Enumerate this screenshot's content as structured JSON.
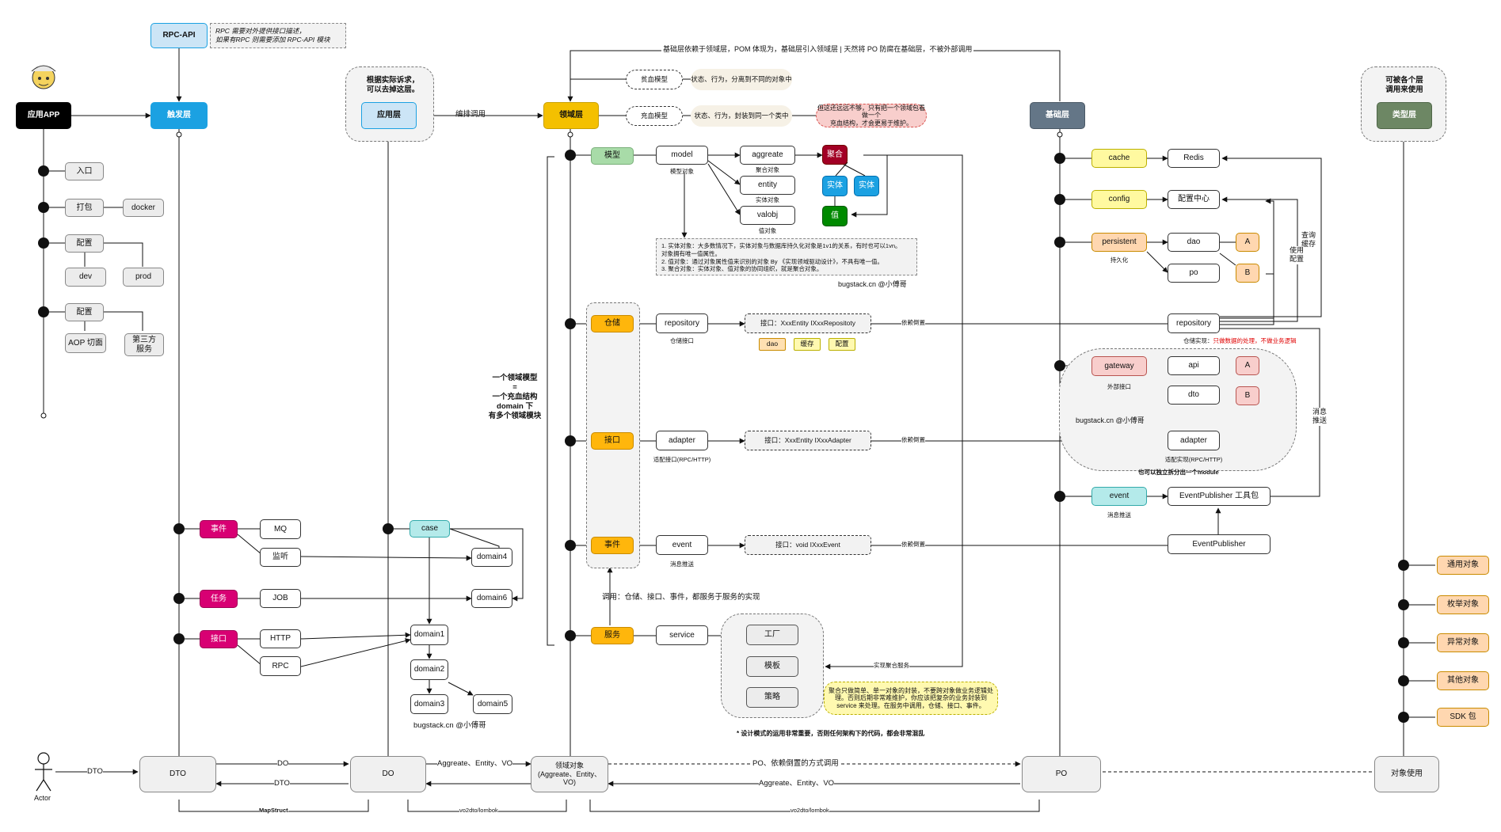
{
  "layers": {
    "app": "应用APP",
    "trigger": "触发层",
    "rpc_api": "RPC-API",
    "rpc_note": "RPC 需要对外提供接口描述，\n如果有RPC 则需要添加 RPC-API 模块",
    "application": "应用层",
    "application_note": "根据实际诉求，\n可以去掉这层。",
    "domain": "领域层",
    "infrastructure": "基础层",
    "types": "类型层",
    "types_note": "可被各个层\n调用来使用"
  },
  "edges": {
    "orchestrate": "编排调用",
    "infra_top": "基础层依赖于领域层，POM 体现为，基础层引入领域层 | 天然将 PO 防腐在基础层，不被外部调用",
    "dependency_inversion": "依赖倒置",
    "impl_aggregate": "实现聚合服务",
    "query_cache": "查询\n缓存",
    "use_config": "使用\n配置",
    "msg_push": "消息\n推送",
    "dto": "DTO",
    "do_arrow": "DO",
    "dto_back": "DTO",
    "agg_entity_vo": "Aggreate、Entity、VO",
    "po_dep": "PO、依赖倒置的方式调用",
    "agg_entity_vo_back": "Aggreate、Entity、VO",
    "mapstruct": "MapStruct",
    "vo2dto_1": "vo2dto/lombok",
    "vo2dto_2": "vo2dto/lombok"
  },
  "app_column": {
    "entry": "入口",
    "pack": "打包",
    "docker": "docker",
    "config1": "配置",
    "dev": "dev",
    "prod": "prod",
    "config2": "配置",
    "aop": "AOP 切面",
    "third": "第三方\n服务"
  },
  "trigger_column": {
    "event": "事件",
    "mq": "MQ",
    "listen": "监听",
    "task": "任务",
    "job": "JOB",
    "interface": "接口",
    "http": "HTTP",
    "rpc": "RPC"
  },
  "app_layer": {
    "case": "case",
    "domain1": "domain1",
    "domain2": "domain2",
    "domain3": "domain3",
    "domain4": "domain4",
    "domain5": "domain5",
    "domain6": "domain6",
    "credit": "bugstack.cn @小傅哥"
  },
  "domain_top": {
    "anemic": "贫血模型",
    "anemic_desc": "状态、行为，分离到不同的对象中",
    "rich": "充血模型",
    "rich_desc": "状态、行为，封装到同一个类中",
    "rich_warn": "但这还远远不够，只有把一个领域包看做一个\n充血结构，才会更易于维护。"
  },
  "domain_model": {
    "model_tag": "模型",
    "model": "model",
    "model_sub": "模型对象",
    "aggregate": "aggreate",
    "aggregate_sub": "聚合对象",
    "entity": "entity",
    "entity_sub": "实体对象",
    "valobj": "valobj",
    "valobj_sub": "值对象",
    "agg": "聚合",
    "ent1": "实体",
    "ent2": "实体",
    "val": "值",
    "note": "1. 实体对象：大多数情况下，实体对象与数据库持久化对象是1v1的关系，有时也可以1vn。\n对象拥有唯一值属性。\n2. 值对象：通过对象属性值来识别的对象 By 《实现领域驱动设计》，不具有唯一值。\n3. 聚合对象：实体对象、值对象的协同组织，就是聚合对象。",
    "credit": "bugstack.cn @小傅哥"
  },
  "domain_side": {
    "desc": "一个领域模型\n=\n一个充血结构\ndomain 下\n有多个领域模块",
    "call_note": "调用：仓储、接口、事件，都服务于服务的实现"
  },
  "domain_repo": {
    "tag": "仓储",
    "repository": "repository",
    "sub": "仓储接口",
    "iface": "接口：XxxEntity IXxxRepositoty",
    "dao": "dao",
    "cache": "缓存",
    "config": "配置"
  },
  "domain_adapter": {
    "tag": "接口",
    "adapter": "adapter",
    "sub": "适配接口(RPC/HTTP)",
    "iface": "接口：XxxEntity IXxxAdapter"
  },
  "domain_event": {
    "tag": "事件",
    "event": "event",
    "sub": "消息推送",
    "iface": "接口：void IXxxEvent"
  },
  "domain_service": {
    "tag": "服务",
    "service": "service",
    "factory": "工厂",
    "template": "模板",
    "strategy": "策略",
    "warn": "聚合只做简单、单一对象的封装，不要跨对象做业务逻辑处\n理。否则后期非常难维护，你应该把复杂的业务封装到\nservice 来处理。在服务中调用，仓储、接口、事件。",
    "pattern_note": "* 设计模式的运用非常重要，否则任何架构下的代码，都会非常混乱"
  },
  "infra": {
    "cache": "cache",
    "redis": "Redis",
    "config": "config",
    "config_center": "配置中心",
    "persistent": "persistent",
    "persistent_sub": "持久化",
    "dao": "dao",
    "po": "po",
    "a1": "A",
    "b1": "B",
    "repository": "repository",
    "repo_sub_black": "仓储实现：",
    "repo_sub_red": "只做数据的处理，不做业务逻辑",
    "gateway": "gateway",
    "gateway_sub": "外部接口",
    "api": "api",
    "dto": "dto",
    "a2": "A",
    "b2": "B",
    "credit": "bugstack.cn @小傅哥",
    "adapter": "adapter",
    "adapter_sub": "适配实现(RPC/HTTP)",
    "module_note": "也可以独立拆分出一个module",
    "event": "event",
    "event_sub": "消息推送",
    "publisher_tool": "EventPublisher 工具包",
    "publisher": "EventPublisher"
  },
  "types_col": {
    "common": "通用对象",
    "enum": "枚举对象",
    "exception": "异常对象",
    "other": "其他对象",
    "sdk": "SDK 包"
  },
  "bottom": {
    "actor": "Actor",
    "dto": "DTO",
    "do": "DO",
    "domain_obj": "领域对象\n(Aggreate、Entity、VO)",
    "po": "PO",
    "obj_use": "对象使用"
  },
  "colors": {
    "trigger_blue": "#1ba1e2",
    "trigger_fill": "#cce5f6",
    "domain_yellow": "#f4c000",
    "infra_grey": "#647687",
    "types_green": "#6d8764",
    "pink": "#d80073",
    "green_tag": "#a8dba8",
    "orange_tag": "#ffb60c",
    "aggregate_red": "#a20025",
    "value_green": "#008a00",
    "entity_blue": "#1ba1e2"
  }
}
